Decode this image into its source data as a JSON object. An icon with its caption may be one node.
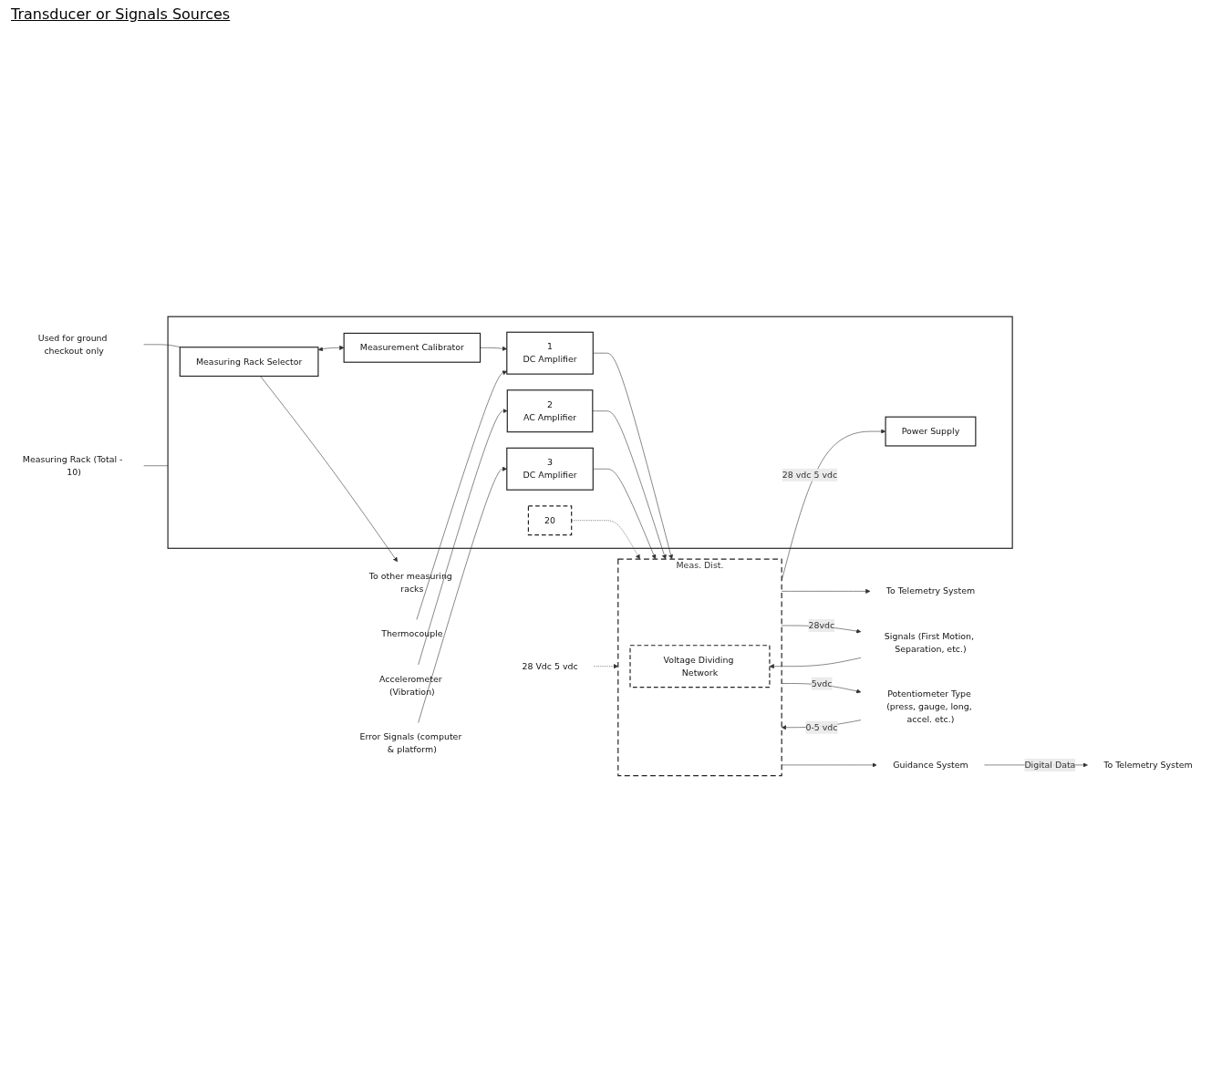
{
  "diagram": {
    "nodes": [
      {
        "text": [
          "To other measuring racks"
        ]
      },
      {
        "text": [],
        "shape": "box"
      },
      {
        "text": [
          "Measuring Rack Selector"
        ],
        "in": 1
      },
      {
        "text": [
          "Measurement Calibrator"
        ],
        "in": 1
      },
      {
        "text": [
          "1",
          "DC Amplifier"
        ],
        "in": 1
      },
      {
        "text": [
          "2",
          "AC Amplifier"
        ],
        "in": 1
      },
      {
        "text": [
          "3",
          "DC Amplifier"
        ],
        "in": 1
      },
      {
        "text": [
          "20"
        ],
        "in": 1
      },
      {
        "text": [
          "Power Supply"
        ],
        "in": 1
      },
      {
        "text": [
          "Meas. Dist."
        ]
      },
      {
        "text": [
          "Voltage Dividing Network"
        ],
        "in": 9
      },
      {
        "text": [
          "Used for ground checkout only"
        ]
      },
      {
        "text": [
          "Thermocouple"
        ]
      },
      {
        "text": [
          "Accelerometer (Vibration)"
        ]
      },
      {
        "text": [
          "Error Signals (computer & platform)"
        ]
      },
      {
        "text": [
          "Measuring Rack (Total - 10)"
        ]
      },
      {
        "text": [
          "To Telemetry System"
        ]
      },
      {
        "text": [
          "28 Vdc 5 vdc"
        ]
      },
      {
        "text": [
          "Signals (First Motion, Separation, etc.)"
        ]
      },
      {
        "text": [
          "Potentiometer Type (press, gauge, long, accel. etc.)"
        ]
      },
      {
        "text": [
          "Guidance System"
        ]
      },
      {
        "text": [
          "To Telemetry System"
        ]
      }
    ],
    "edges": [
      {
        "from": 2,
        "to": 0,
        "arrow": "to"
      },
      {
        "from": 2,
        "to": 3,
        "arrow": "both"
      },
      {
        "from": 3,
        "to": 4,
        "arrow": "to"
      },
      {
        "from": 12,
        "to": 4,
        "arrow": "to"
      },
      {
        "from": 4,
        "to": 9,
        "arrow": "to"
      },
      {
        "from": 13,
        "to": 5,
        "arrow": "to"
      },
      {
        "from": 5,
        "to": 9,
        "arrow": "to"
      },
      {
        "from": 14,
        "to": 6,
        "arrow": "to"
      },
      {
        "from": 6,
        "to": 9,
        "arrow": "to"
      },
      {
        "from": 7,
        "to": 9,
        "arrow": "to",
        "style": "dashed"
      },
      {
        "from": 9,
        "to": 8,
        "arrow": "to",
        "label": "28 vdc 5 vdc"
      },
      {
        "from": 11,
        "to": 2,
        "arrow": "none"
      },
      {
        "from": 15,
        "to": 1,
        "arrow": "none"
      },
      {
        "from": 9,
        "to": 16,
        "arrow": "to"
      },
      {
        "from": 17,
        "to": 9,
        "arrow": "to",
        "style": "dashed"
      },
      {
        "from": 18,
        "to": 10,
        "arrow": "to"
      },
      {
        "from": 9,
        "to": 18,
        "arrow": "to",
        "label": "28vdc"
      },
      {
        "from": 19,
        "to": 9,
        "arrow": "to",
        "label": "0-5 vdc"
      },
      {
        "from": 9,
        "to": 19,
        "arrow": "to",
        "label": "5vdc"
      },
      {
        "from": 9,
        "to": 20,
        "arrow": "to"
      },
      {
        "from": 20,
        "to": 21,
        "arrow": "to",
        "label": "Digital Data"
      }
    ],
    "labels": [
      "Transducer or Signals Sources"
    ]
  }
}
